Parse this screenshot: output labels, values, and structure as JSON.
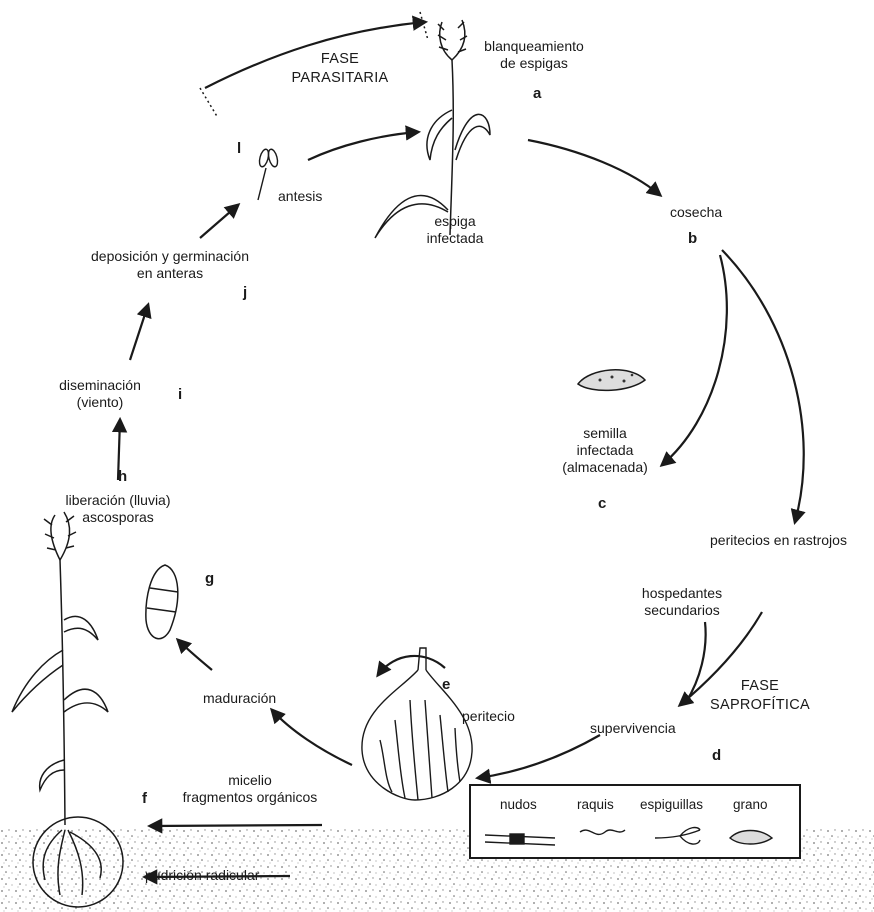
{
  "labels": {
    "fase_parasitaria": [
      "FASE",
      "PARASITARIA"
    ],
    "a": [
      "blanqueamiento",
      "de espigas"
    ],
    "espiga_infectada": [
      "espiga",
      "infectada"
    ],
    "antesis": "antesis",
    "b": "cosecha",
    "c": [
      "semilla",
      "infectada",
      "(almacenada)"
    ],
    "peritecios_rastrojos": "peritecios en rastrojos",
    "hospedantes": [
      "hospedantes",
      "secundarios"
    ],
    "fase_saprofitica": [
      "FASE",
      "SAPROFÍTICA"
    ],
    "d": "supervivencia",
    "e": "peritecio",
    "f": [
      "micelio",
      "fragmentos orgánicos"
    ],
    "pudricion": "pudrición radicular",
    "maduracion": "maduración",
    "h": [
      "liberación (lluvia)",
      "ascosporas"
    ],
    "i": [
      "diseminación",
      "(viento)"
    ],
    "j": [
      "deposición y germinación",
      "en anteras"
    ]
  },
  "letters": {
    "a": "a",
    "b": "b",
    "c": "c",
    "d": "d",
    "e": "e",
    "f": "f",
    "g": "g",
    "h": "h",
    "i": "i",
    "j": "j",
    "l": "l"
  },
  "residue_box": [
    "nudos",
    "raquis",
    "espiguillas",
    "grano"
  ]
}
